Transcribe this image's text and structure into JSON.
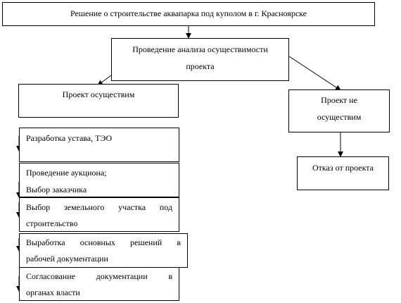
{
  "diagram": {
    "top_box": "Решение о строительстве аквапарка под куполом в г. Красноярске",
    "analysis_box": [
      "Проведение анализа осуществимости",
      "проекта"
    ],
    "feasible_box": "Проект осуществим",
    "not_feasible_box": [
      "Проект не",
      "осуществим"
    ],
    "refuse_box": "Отказ от проекта",
    "steps": [
      {
        "lines": [
          "Разработка устава, ТЭО"
        ]
      },
      {
        "lines": [
          "Проведение аукциона;",
          "Выбор заказчика"
        ]
      },
      {
        "lines": [
          "Выбор земельного участка под",
          "строительство"
        ]
      },
      {
        "lines": [
          "Выработка основных решений в",
          "рабочей документации"
        ]
      },
      {
        "lines": [
          "Согласование документации в",
          "органах власти"
        ]
      }
    ]
  }
}
